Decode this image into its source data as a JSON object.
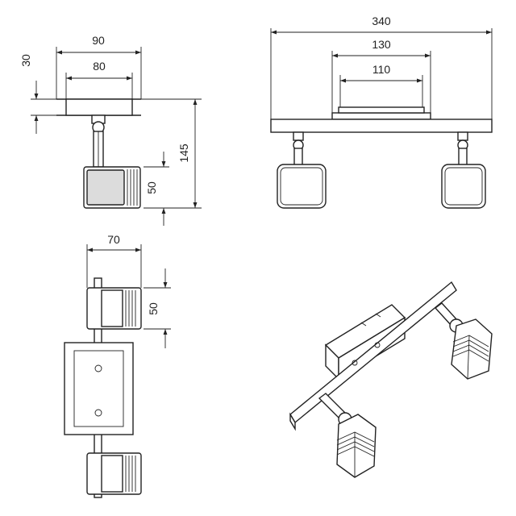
{
  "dimensions": {
    "side_width_outer": "90",
    "side_width_inner": "80",
    "side_plate_height": "30",
    "side_total_height": "145",
    "side_head_height": "50",
    "front_total_width": "340",
    "front_plate_width": "130",
    "front_plate_inner_width": "110",
    "top_head_width": "70",
    "top_head_depth": "50"
  },
  "colors": {
    "line": "#222222",
    "background": "#ffffff"
  }
}
